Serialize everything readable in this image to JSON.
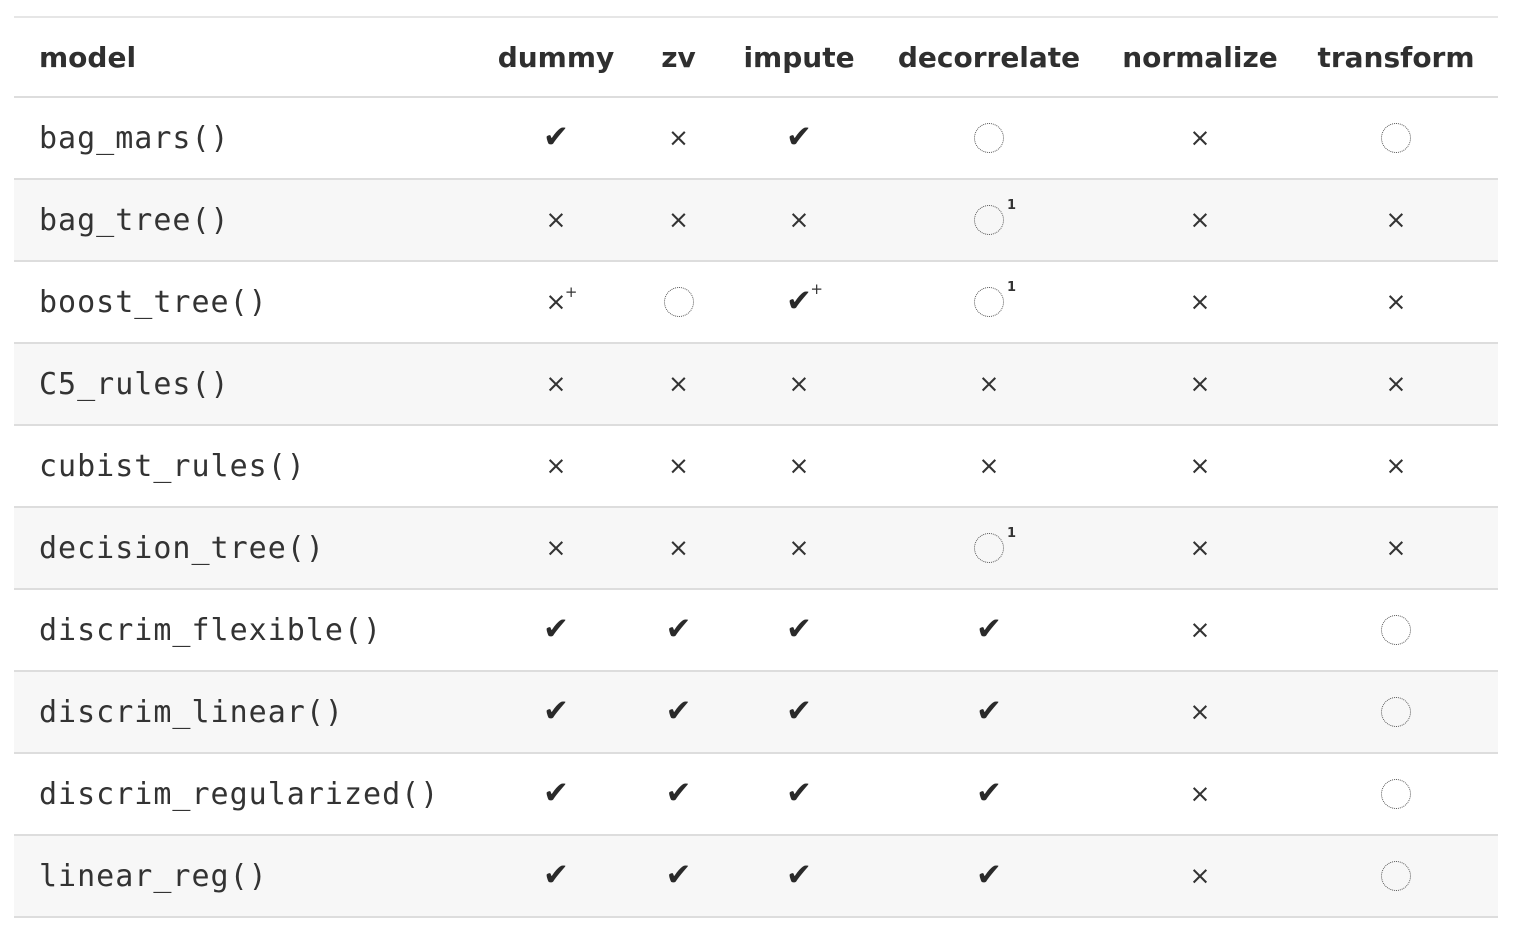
{
  "table": {
    "columns": [
      "model",
      "dummy",
      "zv",
      "impute",
      "decorrelate",
      "normalize",
      "transform"
    ],
    "rows": [
      {
        "model": "bag_mars()",
        "cells": [
          {
            "mark": "check",
            "note": ""
          },
          {
            "mark": "cross",
            "note": ""
          },
          {
            "mark": "check",
            "note": ""
          },
          {
            "mark": "circle",
            "note": ""
          },
          {
            "mark": "cross",
            "note": ""
          },
          {
            "mark": "circle",
            "note": ""
          }
        ]
      },
      {
        "model": "bag_tree()",
        "cells": [
          {
            "mark": "cross",
            "note": ""
          },
          {
            "mark": "cross",
            "note": ""
          },
          {
            "mark": "cross",
            "note": ""
          },
          {
            "mark": "circle",
            "note": "1"
          },
          {
            "mark": "cross",
            "note": ""
          },
          {
            "mark": "cross",
            "note": ""
          }
        ]
      },
      {
        "model": "boost_tree()",
        "cells": [
          {
            "mark": "cross",
            "note": "+"
          },
          {
            "mark": "circle",
            "note": ""
          },
          {
            "mark": "check",
            "note": "+"
          },
          {
            "mark": "circle",
            "note": "1"
          },
          {
            "mark": "cross",
            "note": ""
          },
          {
            "mark": "cross",
            "note": ""
          }
        ]
      },
      {
        "model": "C5_rules()",
        "cells": [
          {
            "mark": "cross",
            "note": ""
          },
          {
            "mark": "cross",
            "note": ""
          },
          {
            "mark": "cross",
            "note": ""
          },
          {
            "mark": "cross",
            "note": ""
          },
          {
            "mark": "cross",
            "note": ""
          },
          {
            "mark": "cross",
            "note": ""
          }
        ]
      },
      {
        "model": "cubist_rules()",
        "cells": [
          {
            "mark": "cross",
            "note": ""
          },
          {
            "mark": "cross",
            "note": ""
          },
          {
            "mark": "cross",
            "note": ""
          },
          {
            "mark": "cross",
            "note": ""
          },
          {
            "mark": "cross",
            "note": ""
          },
          {
            "mark": "cross",
            "note": ""
          }
        ]
      },
      {
        "model": "decision_tree()",
        "cells": [
          {
            "mark": "cross",
            "note": ""
          },
          {
            "mark": "cross",
            "note": ""
          },
          {
            "mark": "cross",
            "note": ""
          },
          {
            "mark": "circle",
            "note": "1"
          },
          {
            "mark": "cross",
            "note": ""
          },
          {
            "mark": "cross",
            "note": ""
          }
        ]
      },
      {
        "model": "discrim_flexible()",
        "cells": [
          {
            "mark": "check",
            "note": ""
          },
          {
            "mark": "check",
            "note": ""
          },
          {
            "mark": "check",
            "note": ""
          },
          {
            "mark": "check",
            "note": ""
          },
          {
            "mark": "cross",
            "note": ""
          },
          {
            "mark": "circle",
            "note": ""
          }
        ]
      },
      {
        "model": "discrim_linear()",
        "cells": [
          {
            "mark": "check",
            "note": ""
          },
          {
            "mark": "check",
            "note": ""
          },
          {
            "mark": "check",
            "note": ""
          },
          {
            "mark": "check",
            "note": ""
          },
          {
            "mark": "cross",
            "note": ""
          },
          {
            "mark": "circle",
            "note": ""
          }
        ]
      },
      {
        "model": "discrim_regularized()",
        "cells": [
          {
            "mark": "check",
            "note": ""
          },
          {
            "mark": "check",
            "note": ""
          },
          {
            "mark": "check",
            "note": ""
          },
          {
            "mark": "check",
            "note": ""
          },
          {
            "mark": "cross",
            "note": ""
          },
          {
            "mark": "circle",
            "note": ""
          }
        ]
      },
      {
        "model": "linear_reg()",
        "cells": [
          {
            "mark": "check",
            "note": ""
          },
          {
            "mark": "check",
            "note": ""
          },
          {
            "mark": "check",
            "note": ""
          },
          {
            "mark": "check",
            "note": ""
          },
          {
            "mark": "cross",
            "note": ""
          },
          {
            "mark": "circle",
            "note": ""
          }
        ]
      }
    ]
  }
}
